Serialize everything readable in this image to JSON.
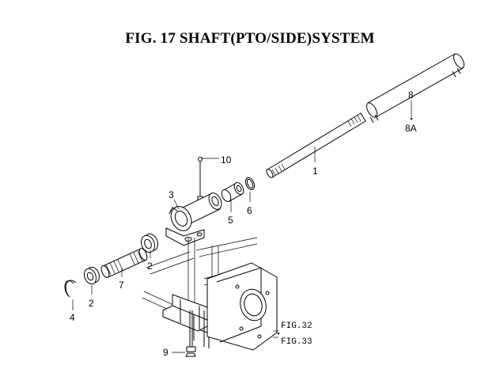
{
  "title": "FIG. 17  SHAFT(PTO/SIDE)SYSTEM",
  "callouts": {
    "c1": "1",
    "c2a": "2",
    "c2b": "2",
    "c3": "3",
    "c4": "4",
    "c5": "5",
    "c6": "6",
    "c7": "7",
    "c8": "8",
    "c8a": "8A",
    "c9": "9",
    "c10": "10"
  },
  "references": {
    "fig32": "FIG.32",
    "fig33": "FIG.33"
  }
}
